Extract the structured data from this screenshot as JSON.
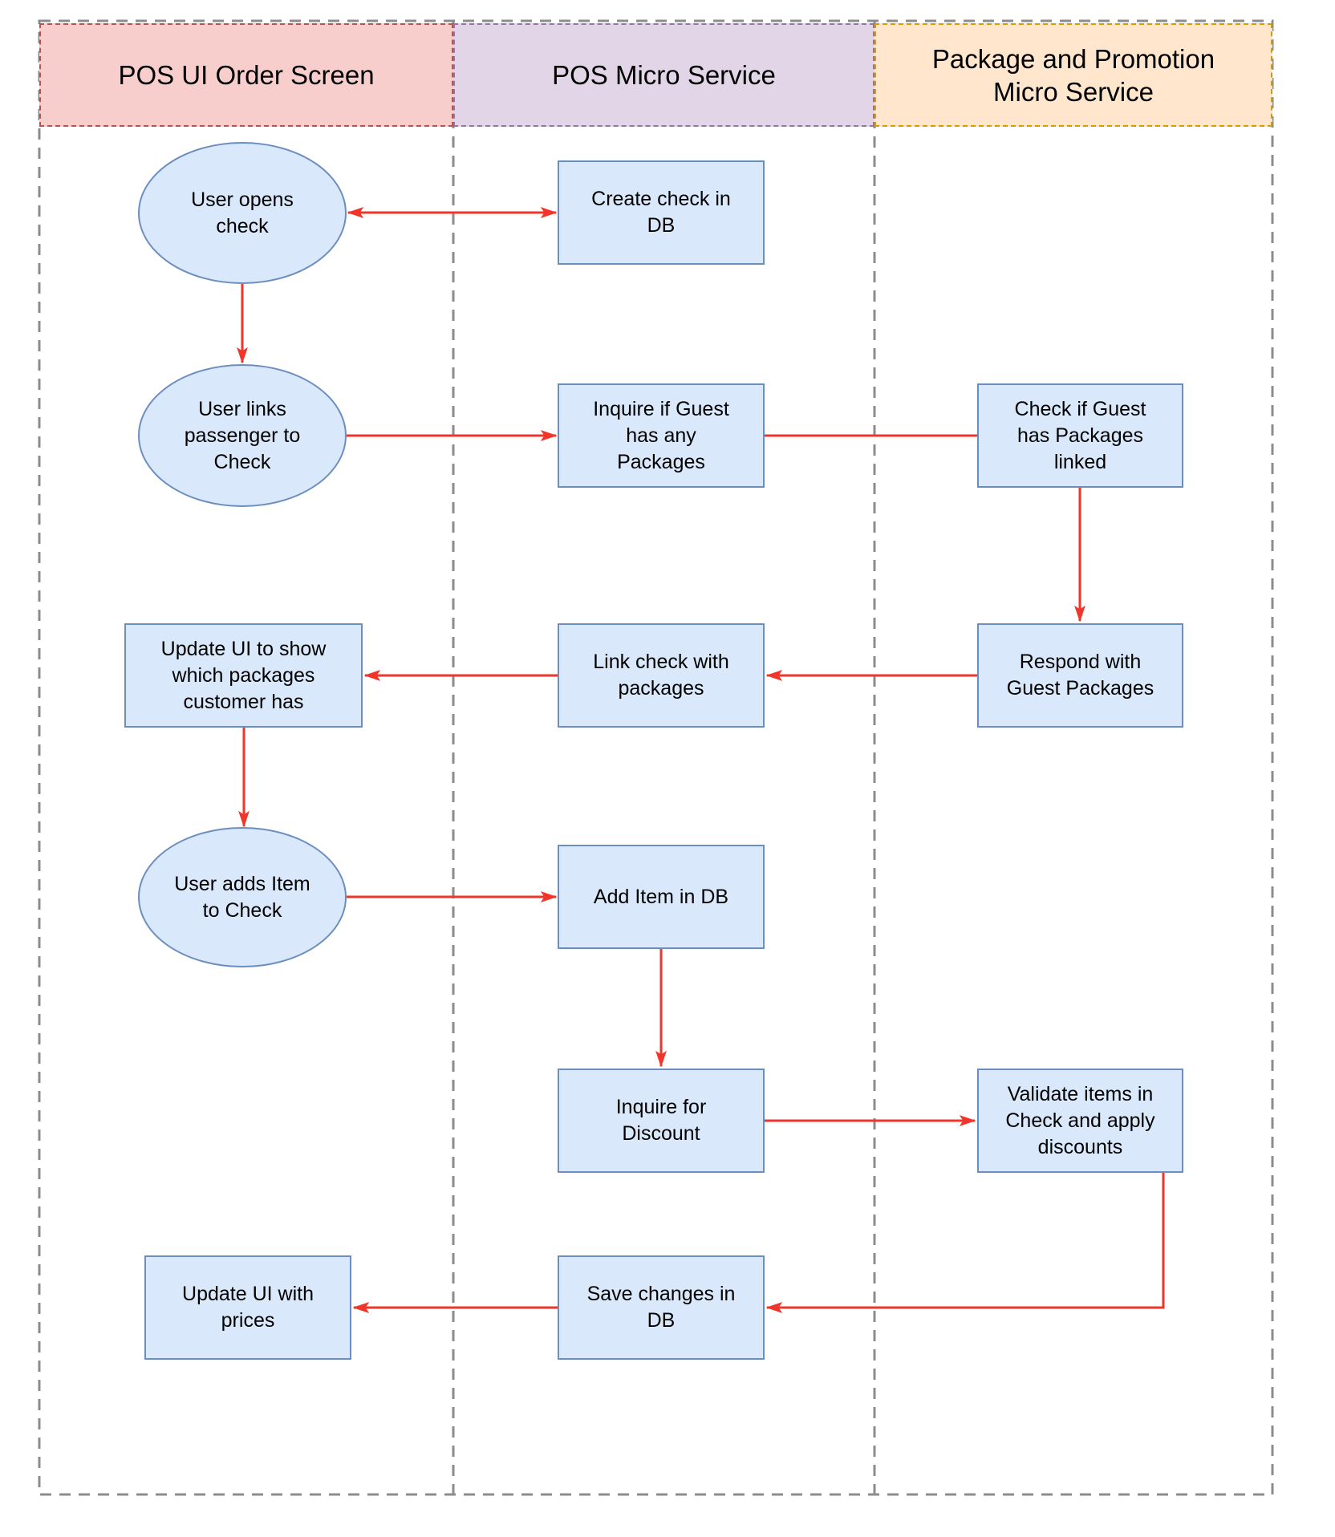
{
  "diagram": {
    "title": "POS order flow swimlane diagram",
    "colors": {
      "node_fill": "#dae8fc",
      "node_stroke": "#6c8ebf",
      "lane1_fill": "#f8cecc",
      "lane1_stroke": "#b85450",
      "lane2_fill": "#e1d5e7",
      "lane2_stroke": "#9673a6",
      "lane3_fill": "#ffe6cc",
      "lane3_stroke": "#d79b00",
      "arrow": "#f2352a",
      "frame": "#8c8c8c"
    },
    "lanes": [
      {
        "label": "POS UI Order Screen"
      },
      {
        "label": "POS Micro Service"
      },
      {
        "label": "Package and Promotion\nMicro Service"
      }
    ],
    "nodes": {
      "user_opens_check": {
        "label": "User opens\ncheck",
        "shape": "ellipse",
        "lane": "POS UI Order Screen"
      },
      "create_check": {
        "label": "Create check in\nDB",
        "shape": "rect",
        "lane": "POS Micro Service"
      },
      "user_links_passenger": {
        "label": "User links\npassenger to\nCheck",
        "shape": "ellipse",
        "lane": "POS UI Order Screen"
      },
      "inquire_packages": {
        "label": "Inquire if Guest\nhas any\nPackages",
        "shape": "rect",
        "lane": "POS Micro Service"
      },
      "check_packages_linked": {
        "label": "Check if Guest\nhas Packages\nlinked",
        "shape": "rect",
        "lane": "Package and Promotion Micro Service"
      },
      "update_ui_packages": {
        "label": "Update UI to show\nwhich packages\ncustomer has",
        "shape": "rect",
        "lane": "POS UI Order Screen"
      },
      "link_check_packages": {
        "label": "Link check with\npackages",
        "shape": "rect",
        "lane": "POS Micro Service"
      },
      "respond_guest_packages": {
        "label": "Respond with\nGuest Packages",
        "shape": "rect",
        "lane": "Package and Promotion Micro Service"
      },
      "user_adds_item": {
        "label": "User adds Item\nto Check",
        "shape": "ellipse",
        "lane": "POS UI Order Screen"
      },
      "add_item_db": {
        "label": "Add Item in DB",
        "shape": "rect",
        "lane": "POS Micro Service"
      },
      "inquire_discount": {
        "label": "Inquire for\nDiscount",
        "shape": "rect",
        "lane": "POS Micro Service"
      },
      "validate_items": {
        "label": "Validate items in\nCheck and apply\ndiscounts",
        "shape": "rect",
        "lane": "Package and Promotion Micro Service"
      },
      "update_ui_prices": {
        "label": "Update UI with\nprices",
        "shape": "rect",
        "lane": "POS UI Order Screen"
      },
      "save_changes": {
        "label": "Save changes in\nDB",
        "shape": "rect",
        "lane": "POS Micro Service"
      }
    },
    "edges": [
      {
        "from": "user_opens_check",
        "to": "create_check",
        "style": "bidirectional"
      },
      {
        "from": "user_opens_check",
        "to": "user_links_passenger",
        "style": "arrow"
      },
      {
        "from": "user_links_passenger",
        "to": "inquire_packages",
        "style": "arrow"
      },
      {
        "from": "inquire_packages",
        "to": "check_packages_linked",
        "style": "line"
      },
      {
        "from": "check_packages_linked",
        "to": "respond_guest_packages",
        "style": "arrow"
      },
      {
        "from": "respond_guest_packages",
        "to": "link_check_packages",
        "style": "arrow"
      },
      {
        "from": "link_check_packages",
        "to": "update_ui_packages",
        "style": "arrow"
      },
      {
        "from": "update_ui_packages",
        "to": "user_adds_item",
        "style": "arrow"
      },
      {
        "from": "user_adds_item",
        "to": "add_item_db",
        "style": "arrow"
      },
      {
        "from": "add_item_db",
        "to": "inquire_discount",
        "style": "arrow"
      },
      {
        "from": "inquire_discount",
        "to": "validate_items",
        "style": "arrow"
      },
      {
        "from": "validate_items",
        "to": "save_changes",
        "style": "elbow-arrow"
      },
      {
        "from": "save_changes",
        "to": "update_ui_prices",
        "style": "arrow"
      }
    ]
  }
}
